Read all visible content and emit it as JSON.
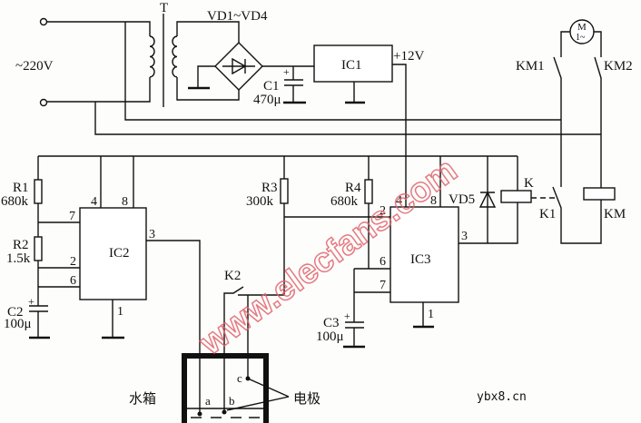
{
  "power": {
    "mains": "~220V",
    "transformer": "T",
    "bridge": "VD1~VD4",
    "c1": "C1",
    "c1_value": "470μ",
    "regulator": "IC1",
    "supply": "+12V"
  },
  "motor": {
    "symbol_top": "M",
    "symbol_bottom": "1~",
    "km1": "KM1",
    "km2": "KM2",
    "k1": "K1",
    "km_coil": "KM"
  },
  "timer1": {
    "label": "IC2",
    "r1": "R1",
    "r1_value": "680k",
    "r2": "R2",
    "r2_value": "1.5k",
    "c2": "C2",
    "c2_value": "100μ",
    "pins": {
      "p4": "4",
      "p8": "8",
      "p7": "7",
      "p2": "2",
      "p6": "6",
      "p3": "3",
      "p1": "1"
    }
  },
  "timer2": {
    "label": "IC3",
    "r3": "R3",
    "r3_value": "300k",
    "r4": "R4",
    "r4_value": "680k",
    "c3": "C3",
    "c3_value": "100μ",
    "diode": "VD5",
    "relay": "K",
    "pins": {
      "p2": "2",
      "p4": "4",
      "p8": "8",
      "p6": "6",
      "p7": "7",
      "p3": "3",
      "p1": "1"
    }
  },
  "tank": {
    "label": "水箱",
    "switch": "K2",
    "electrodes_label": "电极",
    "a": "a",
    "b": "b",
    "c": "c"
  },
  "watermark": "www.elecfans.com",
  "site_mark": "ybx8.cn"
}
